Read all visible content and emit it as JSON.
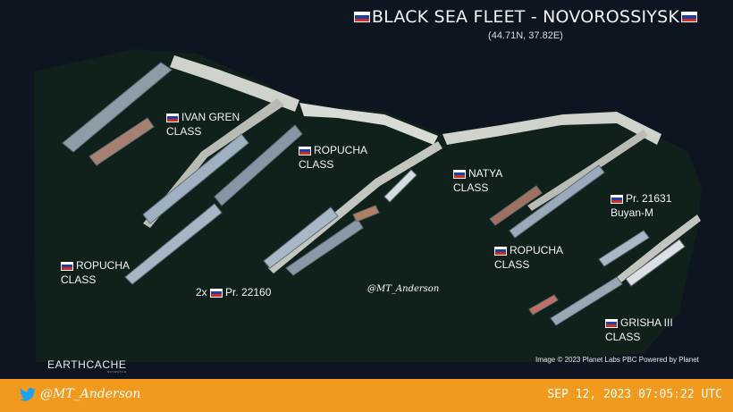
{
  "header": {
    "title": "BLACK SEA FLEET - NOVOROSSIYSK",
    "coords": "(44.71N, 37.82E)"
  },
  "labels": [
    {
      "line1": "IVAN GREN",
      "line2": "CLASS"
    },
    {
      "line1": "ROPUCHA",
      "line2": "CLASS"
    },
    {
      "line1": "NATYA",
      "line2": "CLASS"
    },
    {
      "line1": "Pr. 21631",
      "line2": "Buyan-M"
    },
    {
      "line1": "ROPUCHA",
      "line2": "CLASS"
    },
    {
      "line1": "ROPUCHA",
      "line2": "CLASS"
    },
    {
      "prefix": "2x",
      "line1": "Pr. 22160"
    },
    {
      "line1": "GRISHA III",
      "line2": "CLASS"
    }
  ],
  "watermark": "@MT_Anderson",
  "credit": "Image © 2023 Planet Labs PBC Powered by Planet",
  "logo": {
    "name": "EARTHCACHE",
    "sub": "SKYWATCH"
  },
  "footer": {
    "handle": "@MT_Anderson",
    "timestamp": "SEP 12, 2023 07:05:22 UTC"
  },
  "colors": {
    "footer_bg": "#f29a1e",
    "water": "#0f1a14",
    "flag": [
      "#ffffff",
      "#1c3fa8",
      "#d52b1e"
    ]
  },
  "icons": [
    "russian-flag-icon",
    "twitter-bird-icon"
  ]
}
